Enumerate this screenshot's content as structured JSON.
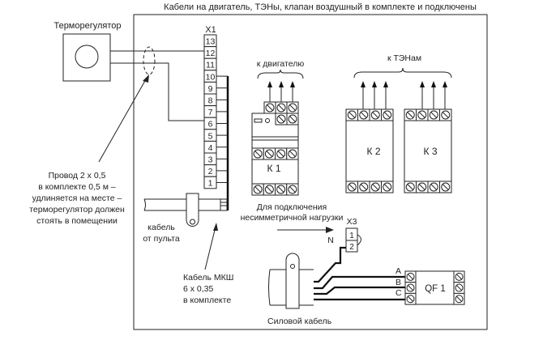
{
  "title": "Кабели на двигатель, ТЭНы, клапан воздушный в комплекте и подключены",
  "thermostat": {
    "label": "Терморегулятор"
  },
  "wire_note": [
    "Провод 2 х 0,5",
    "в комплекте 0,5 м –",
    "удлиняется на месте –",
    "терморегулятор должен",
    "стоять в помещении"
  ],
  "x1": {
    "label": "Х1",
    "terminals": [
      "13",
      "12",
      "11",
      "10",
      "9",
      "8",
      "7",
      "6",
      "5",
      "4",
      "3",
      "2",
      "1"
    ]
  },
  "control_cable": [
    "кабель",
    "от пульта"
  ],
  "mksh_note": [
    "Кабель МКШ",
    "6 х 0,35",
    "в комплекте"
  ],
  "motor_label": "к двигателю",
  "heaters_label": "к ТЭНам",
  "contactors": {
    "k1": "К 1",
    "k2": "К 2",
    "k3": "К 3"
  },
  "asym_note": [
    "Для подключения",
    "несимметричной нагрузки"
  ],
  "n_label": "N",
  "x3": {
    "label": "Х3",
    "terminals": [
      "1",
      "2"
    ]
  },
  "phases": [
    "A",
    "B",
    "C"
  ],
  "qf1": "QF 1",
  "power_cable": "Силовой кабель"
}
